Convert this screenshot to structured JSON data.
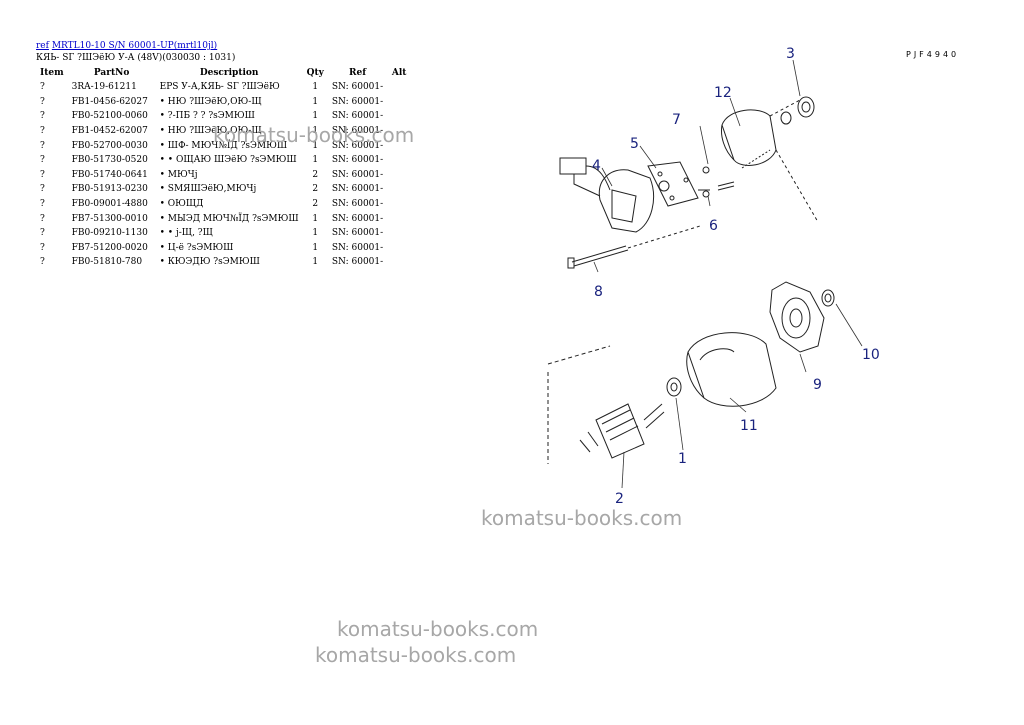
{
  "header": {
    "ref_link": "ref",
    "model_link": "MRTL10-10 S/N 60001-UP(mrtl10jl)",
    "subtitle": "КЯЬ- SГ ?ШЭёЮ У-А (48V)(030030 : 1031)"
  },
  "table": {
    "columns": [
      "Item",
      "PartNo",
      "Description",
      "Qty",
      "Ref",
      "Alt"
    ],
    "rows": [
      {
        "item": "?",
        "part": "3RA-19-61211",
        "desc": "EPS У-А,КЯЬ- SГ ?ШЭёЮ",
        "qty": "1",
        "ref": "SN: 60001-",
        "alt": ""
      },
      {
        "item": "?",
        "part": "FB1-0456-62027",
        "desc": "• НЮ ?ШЭёЮ,ОЮ-Щ",
        "qty": "1",
        "ref": "SN: 60001-",
        "alt": ""
      },
      {
        "item": "?",
        "part": "FB0-52100-0060",
        "desc": "• ?-ПБ ? ? ?sЭМЮШ",
        "qty": "1",
        "ref": "SN: 60001-",
        "alt": ""
      },
      {
        "item": "?",
        "part": "FB1-0452-62007",
        "desc": "• НЮ ?ШЭёЮ,ОЮ-Щ",
        "qty": "1",
        "ref": "SN: 60001-",
        "alt": ""
      },
      {
        "item": "?",
        "part": "FB0-52700-0030",
        "desc": "• ШФ- МЮЧ№ЇД ?sЭМЮШ",
        "qty": "1",
        "ref": "SN: 60001-",
        "alt": ""
      },
      {
        "item": "?",
        "part": "FB0-51730-0520",
        "desc": "• • ОЩАЮ ШЭёЮ ?sЭМЮШ",
        "qty": "1",
        "ref": "SN: 60001-",
        "alt": ""
      },
      {
        "item": "?",
        "part": "FB0-51740-0641",
        "desc": "• МЮЧј",
        "qty": "2",
        "ref": "SN: 60001-",
        "alt": ""
      },
      {
        "item": "?",
        "part": "FB0-51913-0230",
        "desc": "• SМЯШЭёЮ,МЮЧј",
        "qty": "2",
        "ref": "SN: 60001-",
        "alt": ""
      },
      {
        "item": "?",
        "part": "FB0-09001-4880",
        "desc": "• ОЮЩД",
        "qty": "2",
        "ref": "SN: 60001-",
        "alt": ""
      },
      {
        "item": "?",
        "part": "FB7-51300-0010",
        "desc": "• МЫЭД МЮЧ№ЇД ?sЭМЮШ",
        "qty": "1",
        "ref": "SN: 60001-",
        "alt": ""
      },
      {
        "item": "?",
        "part": "FB0-09210-1130",
        "desc": "• • ј-Щ, ?Щ",
        "qty": "1",
        "ref": "SN: 60001-",
        "alt": ""
      },
      {
        "item": "?",
        "part": "FB7-51200-0020",
        "desc": "• Ц-ё ?sЭМЮШ",
        "qty": "1",
        "ref": "SN: 60001-",
        "alt": ""
      },
      {
        "item": "?",
        "part": "FB0-51810-780",
        "desc": "• КЮЭДЮ ?sЭМЮШ",
        "qty": "1",
        "ref": "SN: 60001-",
        "alt": ""
      }
    ]
  },
  "diagram": {
    "code": "PJF4940",
    "callouts": [
      "1",
      "2",
      "3",
      "4",
      "5",
      "6",
      "7",
      "8",
      "9",
      "10",
      "11",
      "12"
    ]
  },
  "watermarks": [
    "komatsu-books.com",
    "komatsu-books.com",
    "komatsu-books.com",
    "komatsu-books.com"
  ]
}
